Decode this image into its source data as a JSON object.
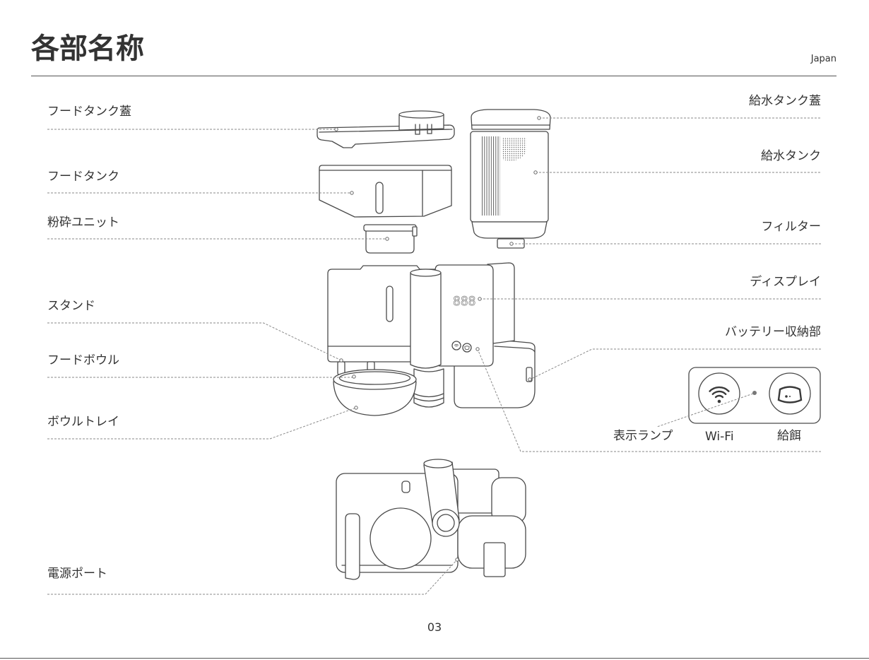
{
  "page": {
    "title": "各部名称",
    "region": "Japan",
    "page_number": "03"
  },
  "parts": {
    "left": [
      "フードタンク蓋",
      "フードタンク",
      "粉砕ユニット",
      "スタンド",
      "フードボウル",
      "ボウルトレイ",
      "電源ポート"
    ],
    "right": [
      "給水タンク蓋",
      "給水タンク",
      "フィルター",
      "ディスプレイ",
      "バッテリー収納部"
    ]
  },
  "indicator_panel": {
    "lamp_label": "表示ランプ",
    "wifi_label": "Wi-Fi",
    "feed_label": "給餌",
    "icons": [
      "wifi-icon",
      "food-bowl-icon"
    ]
  },
  "device": {
    "display_digits": "888"
  },
  "colors": {
    "text": "#333333",
    "line": "#4a4a4a",
    "leader": "#8a8a8a",
    "rule": "#555555"
  }
}
